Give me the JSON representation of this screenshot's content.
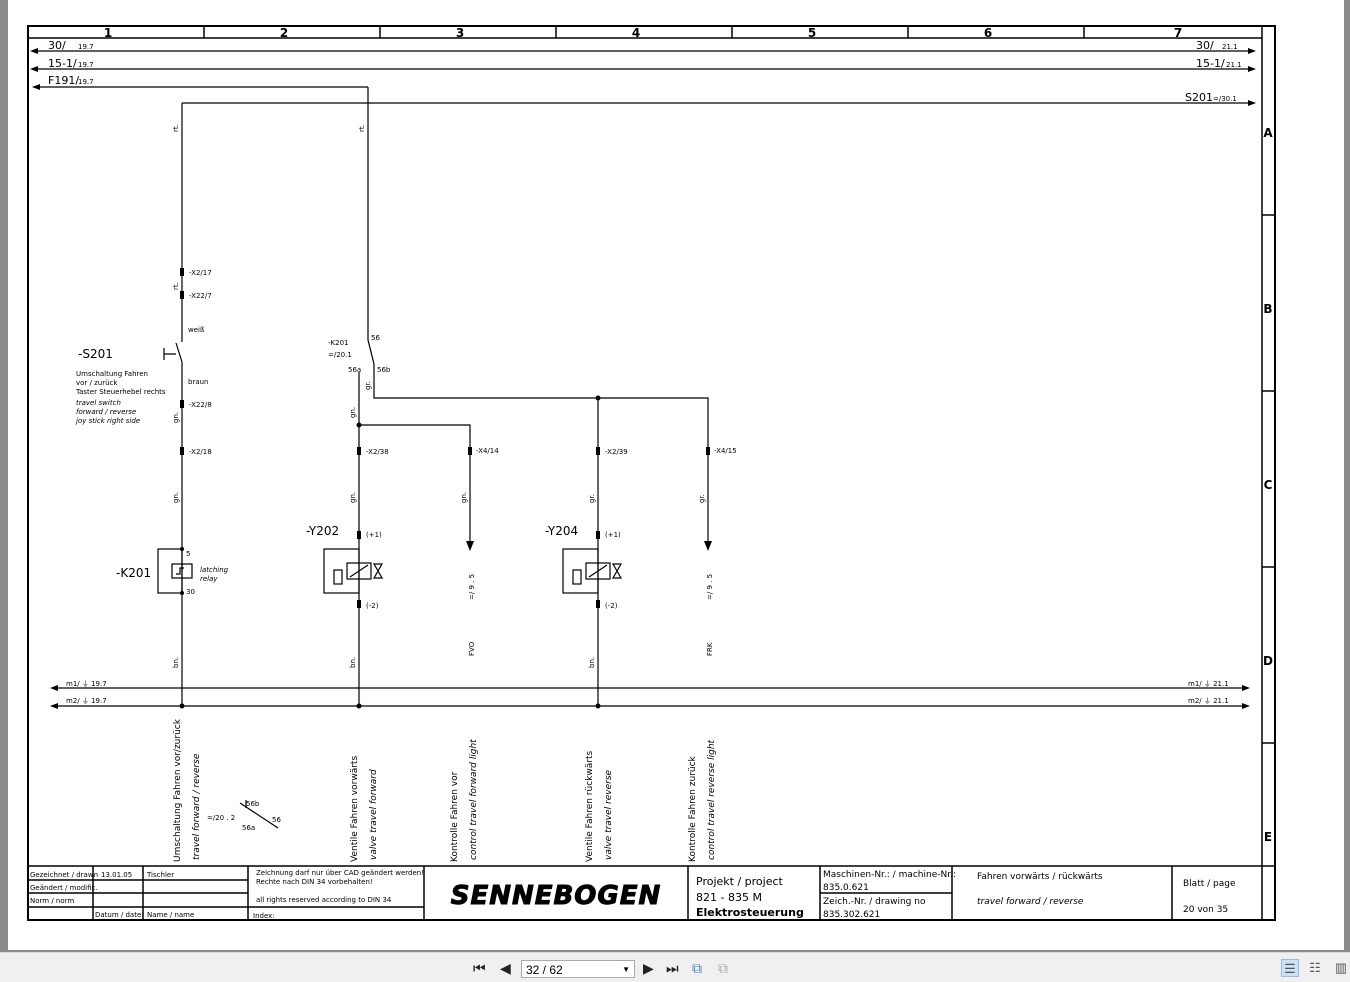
{
  "columns": [
    "1",
    "2",
    "3",
    "4",
    "5",
    "6",
    "7"
  ],
  "rows": [
    "A",
    "B",
    "C",
    "D",
    "E"
  ],
  "buses": {
    "l30_left": "30/",
    "l30_left_ref": "19.7",
    "l30_right": "30/",
    "l30_right_ref": "21.1",
    "l15_left": "15-1/",
    "l15_left_ref": "19.7",
    "l15_right": "15-1/",
    "l15_right_ref": "21.1",
    "f191": "F191/",
    "f191_ref": "19.7",
    "s201": "S201",
    "s201_ref": "=/30.1",
    "m1_left": "m1/ ⏚ 19.7",
    "m1_right": "m1/ ⏚ 21.1",
    "m2_left": "m2/ ⏚ 19.7",
    "m2_right": "m2/ ⏚ 21.1"
  },
  "wires": {
    "rt": "rt.",
    "ws": "weiß",
    "br": "braun",
    "gn": "gn.",
    "gr": "gr.",
    "bn": "bn."
  },
  "terminals": {
    "x2_17": "-X2/17",
    "x22_7": "-X22/7",
    "x22_8": "-X22/8",
    "x2_18": "-X2/18",
    "x2_38": "-X2/38",
    "x4_14": "-X4/14",
    "x2_39": "-X2/39",
    "x4_15": "-X4/15",
    "p1": "(+1)",
    "m2": "(-2)",
    "k5": "5",
    "k30": "30",
    "c56": "56",
    "c56a": "56a",
    "c56b": "56b"
  },
  "components": {
    "s201": "-S201",
    "s201_desc": [
      "Umschaltung Fahren",
      "vor / zurück",
      "Taster Steuerhebel rechts"
    ],
    "s201_desc_en": [
      "travel switch",
      "forward / reverse",
      "joy stick right side"
    ],
    "k201": "-K201",
    "k201_desc": [
      "latching",
      "relay"
    ],
    "k201_ref": "-K201",
    "k201_ref2": "=/20.1",
    "y202": "-Y202",
    "y204": "-Y204",
    "xref1": "=/ 9 . 5",
    "xref2": "=/ 9 . 5",
    "fvo": "FVO",
    "frk": "FRK",
    "contact_ref": "=/20 . 2"
  },
  "captions": [
    {
      "de": "Umschaltung Fahren vor/zurück",
      "en": "travel forward / reverse"
    },
    {
      "de": "Ventile Fahren vorwärts",
      "en": "valve travel forward"
    },
    {
      "de": "Kontrolle Fahren vor",
      "en": "control travel forward light"
    },
    {
      "de": "Ventile Fahren rückwärts",
      "en": "valve travel reverse"
    },
    {
      "de": "Kontrolle Fahren zurück",
      "en": "control travel reverse light"
    }
  ],
  "titleblock": {
    "drawn_label": "Gezeichnet / drawn",
    "drawn_date": "13.01.05",
    "drawn_name": "Tischler",
    "modif_label": "Geändert / modific.",
    "norm_label": "Norm / norm",
    "date_label": "Datum / date",
    "name_label": "Name / name",
    "notice1": "Zeichnung darf nur  über CAD geändert werden!",
    "notice2": "Rechte nach DIN 34 vorbehalten!",
    "notice3": "all rights reserved according to DIN 34",
    "index_label": "Index:",
    "logo": "SENNEBOGEN",
    "project_label": "Projekt / project",
    "project_value": "821 - 835 M",
    "project_sub": "Elektrosteuerung",
    "machine_label": "Maschinen-Nr.:  / machine-Nr.:",
    "machine_value": "835.0.621",
    "drawing_label": "Zeich.-Nr. / drawing no",
    "drawing_value": "835.302.621",
    "title_de": "Fahren vorwärts / rückwärts",
    "title_en": "travel forward / reverse",
    "page_label": "Blatt / page",
    "page_value": "20 von 35"
  },
  "toolbar": {
    "page_indicator": "32 / 62"
  }
}
